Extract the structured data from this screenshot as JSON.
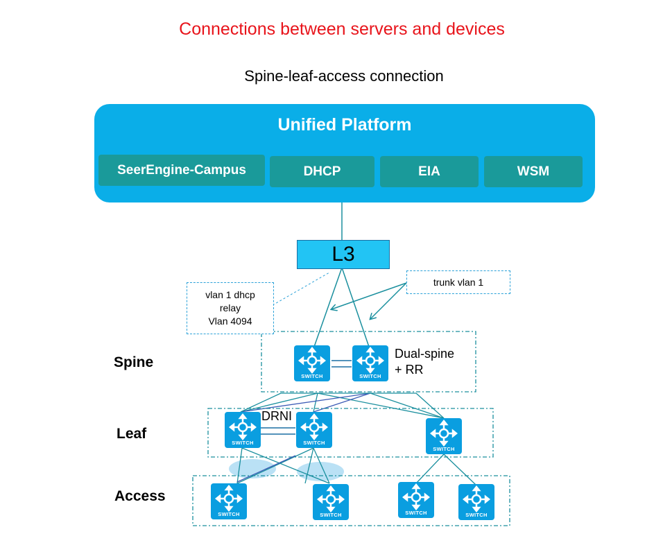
{
  "title": "Connections between servers and devices",
  "subtitle": "Spine-leaf-access connection",
  "platform": {
    "title": "Unified Platform",
    "modules": [
      "SeerEngine-Campus",
      "DHCP",
      "EIA",
      "WSM"
    ]
  },
  "l3": {
    "label": "L3"
  },
  "notes": {
    "dhcp_relay": [
      "vlan 1 dhcp",
      "relay",
      "Vlan 4094"
    ],
    "trunk": "trunk vlan 1"
  },
  "tiers": {
    "spine": "Spine",
    "leaf": "Leaf",
    "access": "Access"
  },
  "labels": {
    "dual_spine": [
      "Dual-spine",
      "+ RR"
    ],
    "drni": "DRNI"
  },
  "switch_label": "SWITCH",
  "colors": {
    "title": "#e8141b",
    "platform": "#0aaee8",
    "module": "#1a9a9a",
    "l3": "#22c4f4",
    "switch": "#0a9ee0",
    "link": "#1a8f9e",
    "link_blue": "#3b5bb5"
  }
}
